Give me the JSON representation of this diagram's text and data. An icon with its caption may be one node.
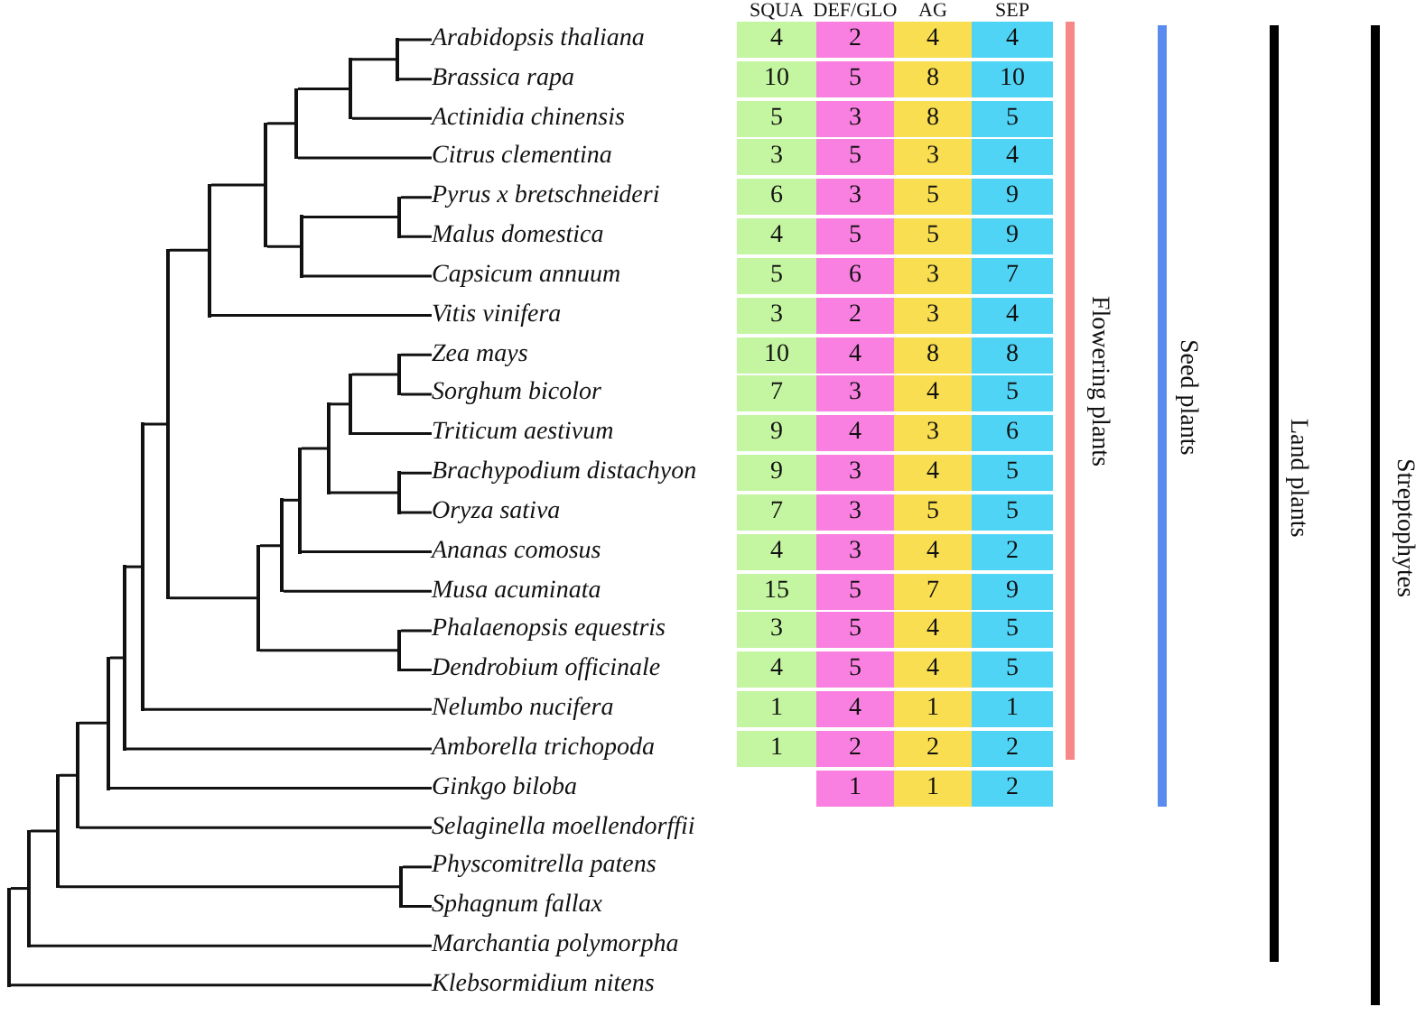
{
  "diagram": {
    "nodes": [
      {
        "text": [
          "Arabidopsis thaliana"
        ]
      },
      {
        "text": [
          "Brassica rapa"
        ]
      },
      {
        "text": [
          "Actinidia chinensis"
        ]
      },
      {
        "text": [
          "Citrus clementina"
        ]
      },
      {
        "text": [
          "Pyrus x bretschneideri"
        ]
      },
      {
        "text": [
          "Malus domestica"
        ]
      },
      {
        "text": [
          "Capsicum annuum"
        ]
      },
      {
        "text": [
          "Vitis vinifera"
        ]
      },
      {
        "text": [
          "Zea mays"
        ]
      },
      {
        "text": [
          "Sorghum bicolor"
        ]
      },
      {
        "text": [
          "Triticum aestivum"
        ]
      },
      {
        "text": [
          "Brachypodium distachyon"
        ]
      },
      {
        "text": [
          "Oryza sativa"
        ]
      },
      {
        "text": [
          "Ananas comosus"
        ]
      },
      {
        "text": [
          "Musa acuminata"
        ]
      },
      {
        "text": [
          "Phalaenopsis equestris"
        ]
      },
      {
        "text": [
          "Dendrobium officinale"
        ]
      },
      {
        "text": [
          "Nelumbo nucifera"
        ]
      },
      {
        "text": [
          "Amborella trichopoda"
        ]
      },
      {
        "text": [
          "Ginkgo biloba"
        ]
      },
      {
        "text": [
          "Selaginella moellendorffii"
        ]
      },
      {
        "text": [
          "Physcomitrella patens"
        ]
      },
      {
        "text": [
          "Sphagnum fallax"
        ]
      },
      {
        "text": [
          "Marchantia polymorpha"
        ]
      },
      {
        "text": [
          "Klebsormidium nitens"
        ]
      },
      {
        "text": [],
        "shape": "line"
      },
      {
        "text": [],
        "shape": "line"
      },
      {
        "text": [],
        "shape": "line"
      },
      {
        "text": [],
        "shape": "line"
      },
      {
        "text": [],
        "shape": "line"
      },
      {
        "text": [],
        "shape": "line"
      },
      {
        "text": [],
        "shape": "line"
      },
      {
        "text": [],
        "shape": "line"
      },
      {
        "text": [],
        "shape": "line"
      },
      {
        "text": [],
        "shape": "line"
      },
      {
        "text": [],
        "shape": "line"
      },
      {
        "text": [],
        "shape": "line"
      },
      {
        "text": [],
        "shape": "line"
      },
      {
        "text": [],
        "shape": "line"
      },
      {
        "text": [],
        "shape": "line"
      },
      {
        "text": [],
        "shape": "line"
      },
      {
        "text": [],
        "shape": "line"
      },
      {
        "text": [],
        "shape": "line"
      },
      {
        "text": [],
        "shape": "line"
      },
      {
        "text": [],
        "shape": "line"
      },
      {
        "text": [],
        "shape": "line"
      },
      {
        "text": [],
        "shape": "line"
      },
      {
        "text": [],
        "shape": "line"
      },
      {
        "text": [],
        "shape": "line"
      }
    ],
    "edges": [
      {
        "from": 25,
        "to": 0,
        "arrow": "none"
      },
      {
        "from": 25,
        "to": 1,
        "arrow": "none"
      },
      {
        "from": 26,
        "to": 25,
        "arrow": "none"
      },
      {
        "from": 26,
        "to": 2,
        "arrow": "none"
      },
      {
        "from": 27,
        "to": 26,
        "arrow": "none"
      },
      {
        "from": 27,
        "to": 3,
        "arrow": "none"
      },
      {
        "from": 30,
        "to": 4,
        "arrow": "none"
      },
      {
        "from": 30,
        "to": 5,
        "arrow": "none"
      },
      {
        "from": 31,
        "to": 30,
        "arrow": "none"
      },
      {
        "from": 31,
        "to": 6,
        "arrow": "none"
      },
      {
        "from": 28,
        "to": 27,
        "arrow": "none"
      },
      {
        "from": 28,
        "to": 31,
        "arrow": "none"
      },
      {
        "from": 29,
        "to": 28,
        "arrow": "none"
      },
      {
        "from": 29,
        "to": 7,
        "arrow": "none"
      },
      {
        "from": 33,
        "to": 8,
        "arrow": "none"
      },
      {
        "from": 33,
        "to": 9,
        "arrow": "none"
      },
      {
        "from": 34,
        "to": 33,
        "arrow": "none"
      },
      {
        "from": 34,
        "to": 10,
        "arrow": "none"
      },
      {
        "from": 38,
        "to": 11,
        "arrow": "none"
      },
      {
        "from": 38,
        "to": 12,
        "arrow": "none"
      },
      {
        "from": 35,
        "to": 34,
        "arrow": "none"
      },
      {
        "from": 35,
        "to": 38,
        "arrow": "none"
      },
      {
        "from": 37,
        "to": 35,
        "arrow": "none"
      },
      {
        "from": 37,
        "to": 13,
        "arrow": "none"
      },
      {
        "from": 39,
        "to": 37,
        "arrow": "none"
      },
      {
        "from": 39,
        "to": 14,
        "arrow": "none"
      },
      {
        "from": 42,
        "to": 15,
        "arrow": "none"
      },
      {
        "from": 42,
        "to": 16,
        "arrow": "none"
      },
      {
        "from": 40,
        "to": 39,
        "arrow": "none"
      },
      {
        "from": 40,
        "to": 42,
        "arrow": "none"
      },
      {
        "from": 32,
        "to": 29,
        "arrow": "none"
      },
      {
        "from": 32,
        "to": 40,
        "arrow": "none"
      },
      {
        "from": 36,
        "to": 32,
        "arrow": "none"
      },
      {
        "from": 36,
        "to": 17,
        "arrow": "none"
      },
      {
        "from": 41,
        "to": 36,
        "arrow": "none"
      },
      {
        "from": 41,
        "to": 18,
        "arrow": "none"
      },
      {
        "from": 43,
        "to": 41,
        "arrow": "none"
      },
      {
        "from": 43,
        "to": 19,
        "arrow": "none"
      },
      {
        "from": 44,
        "to": 43,
        "arrow": "none"
      },
      {
        "from": 44,
        "to": 20,
        "arrow": "none"
      },
      {
        "from": 47,
        "to": 21,
        "arrow": "none"
      },
      {
        "from": 47,
        "to": 22,
        "arrow": "none"
      },
      {
        "from": 45,
        "to": 44,
        "arrow": "none"
      },
      {
        "from": 45,
        "to": 47,
        "arrow": "none"
      },
      {
        "from": 46,
        "to": 45,
        "arrow": "none"
      },
      {
        "from": 46,
        "to": 23,
        "arrow": "none"
      },
      {
        "from": 48,
        "to": 46,
        "arrow": "none"
      },
      {
        "from": 48,
        "to": 24,
        "arrow": "none"
      }
    ],
    "labels": [
      "SQUA",
      "DEF/GLO",
      "AG",
      "SEP",
      "4",
      "2",
      "4",
      "4",
      "10",
      "5",
      "8",
      "10",
      "5",
      "3",
      "8",
      "5",
      "3",
      "5",
      "3",
      "4",
      "6",
      "3",
      "5",
      "9",
      "4",
      "5",
      "5",
      "9",
      "5",
      "6",
      "3",
      "7",
      "3",
      "2",
      "3",
      "4",
      "10",
      "4",
      "8",
      "8",
      "7",
      "3",
      "4",
      "5",
      "9",
      "4",
      "3",
      "6",
      "9",
      "3",
      "4",
      "5",
      "7",
      "3",
      "5",
      "5",
      "4",
      "3",
      "4",
      "2",
      "15",
      "5",
      "7",
      "9",
      "3",
      "5",
      "4",
      "5",
      "4",
      "5",
      "4",
      "5",
      "1",
      "4",
      "1",
      "1",
      "1",
      "2",
      "2",
      "2",
      "1",
      "1",
      "2",
      "Flowering plants",
      "Seed plants",
      "Land plants",
      "Streptophytes"
    ]
  }
}
